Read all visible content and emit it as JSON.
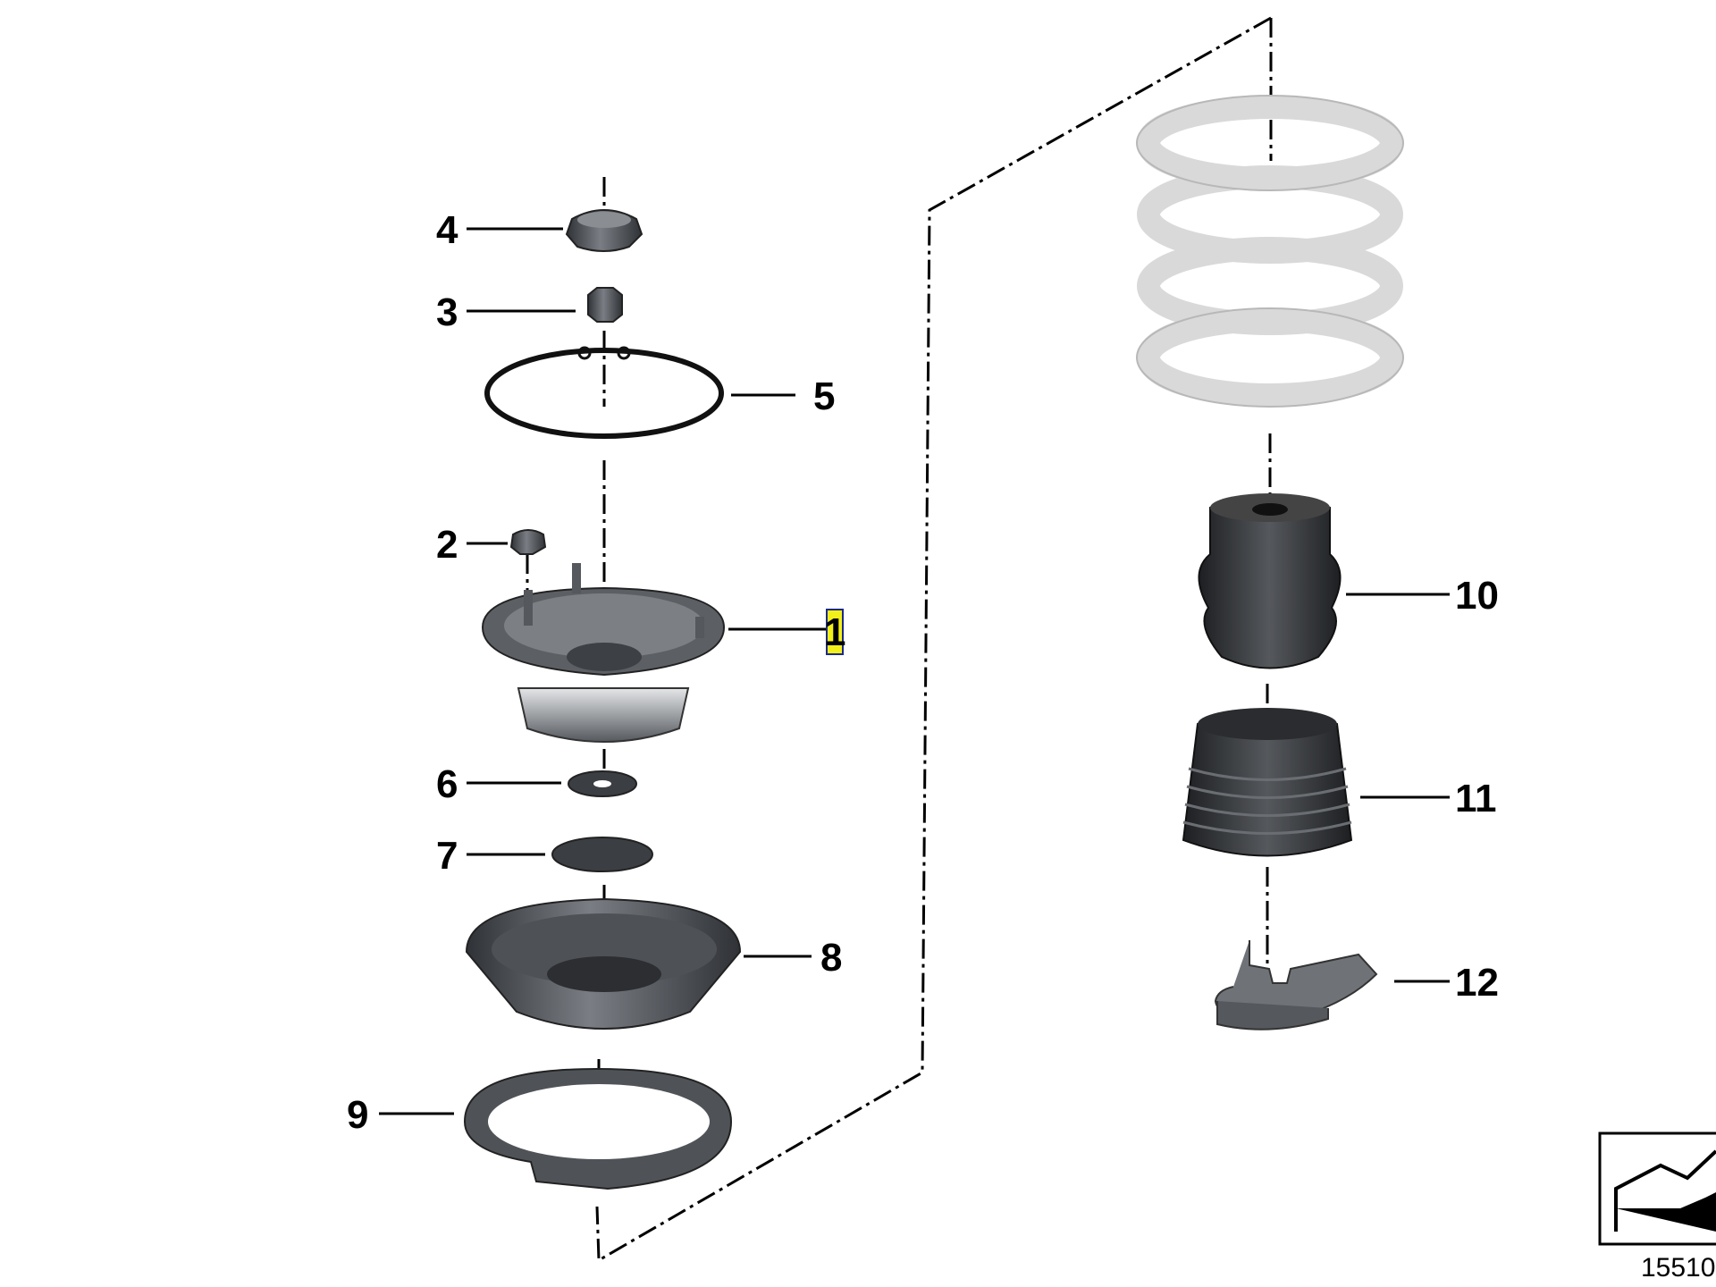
{
  "diagram": {
    "callouts": [
      {
        "id": "1",
        "label": "1",
        "highlighted": true
      },
      {
        "id": "2",
        "label": "2"
      },
      {
        "id": "3",
        "label": "3"
      },
      {
        "id": "4",
        "label": "4"
      },
      {
        "id": "5",
        "label": "5"
      },
      {
        "id": "6",
        "label": "6"
      },
      {
        "id": "7",
        "label": "7"
      },
      {
        "id": "8",
        "label": "8"
      },
      {
        "id": "9",
        "label": "9"
      },
      {
        "id": "10",
        "label": "10"
      },
      {
        "id": "11",
        "label": "11"
      },
      {
        "id": "12",
        "label": "12"
      }
    ],
    "reference_number": "15510",
    "colors": {
      "background": "#ffffff",
      "line": "#000000",
      "part_dark": "#4a4d52",
      "part_mid": "#6e7277",
      "part_light": "#9a9ea3",
      "spring": "#dcdcdc",
      "highlight": "#f3ef1a"
    },
    "icons": [
      "exploded-view-reference-icon"
    ]
  }
}
